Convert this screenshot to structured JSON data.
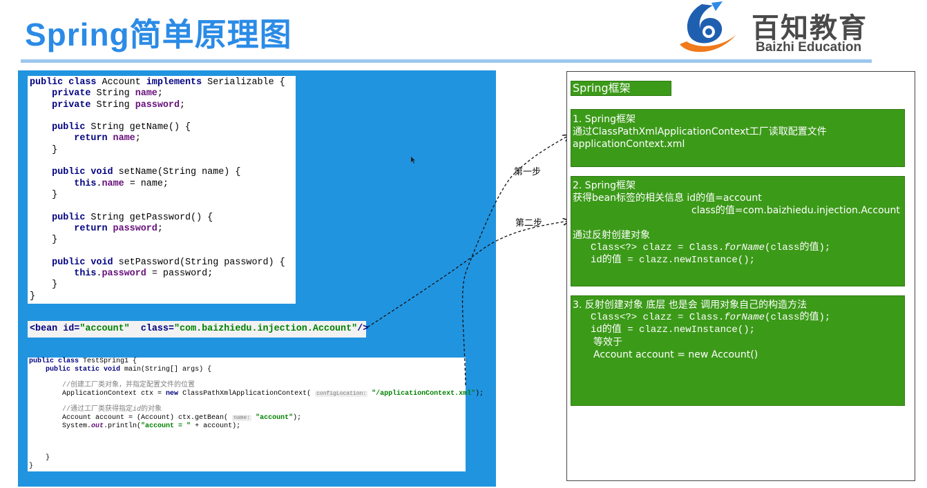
{
  "header": {
    "title": "Spring简单原理图",
    "logo": {
      "name_cn": "百知教育",
      "name_en": "Baizhi Education",
      "icon": "baizhi-logo-icon"
    }
  },
  "code_account": [
    [
      {
        "t": "public class ",
        "c": "kw"
      },
      {
        "t": "Account "
      },
      {
        "t": "implements ",
        "c": "kw"
      },
      {
        "t": "Serializable {"
      }
    ],
    [
      {
        "t": "    "
      },
      {
        "t": "private ",
        "c": "kw"
      },
      {
        "t": "String "
      },
      {
        "t": "name",
        "c": "fd"
      },
      {
        "t": ";"
      }
    ],
    [
      {
        "t": "    "
      },
      {
        "t": "private ",
        "c": "kw"
      },
      {
        "t": "String "
      },
      {
        "t": "password",
        "c": "fd"
      },
      {
        "t": ";"
      }
    ],
    [
      {
        "t": ""
      }
    ],
    [
      {
        "t": "    "
      },
      {
        "t": "public ",
        "c": "kw"
      },
      {
        "t": "String getName() {"
      }
    ],
    [
      {
        "t": "        "
      },
      {
        "t": "return ",
        "c": "kw"
      },
      {
        "t": "name",
        "c": "fd"
      },
      {
        "t": ";"
      }
    ],
    [
      {
        "t": "    }"
      }
    ],
    [
      {
        "t": ""
      }
    ],
    [
      {
        "t": "    "
      },
      {
        "t": "public void ",
        "c": "kw"
      },
      {
        "t": "setName(String name) {"
      }
    ],
    [
      {
        "t": "        "
      },
      {
        "t": "this",
        "c": "kw"
      },
      {
        "t": "."
      },
      {
        "t": "name",
        "c": "fd"
      },
      {
        "t": " = name;"
      }
    ],
    [
      {
        "t": "    }"
      }
    ],
    [
      {
        "t": ""
      }
    ],
    [
      {
        "t": "    "
      },
      {
        "t": "public ",
        "c": "kw"
      },
      {
        "t": "String getPassword() {"
      }
    ],
    [
      {
        "t": "        "
      },
      {
        "t": "return ",
        "c": "kw"
      },
      {
        "t": "password",
        "c": "fd"
      },
      {
        "t": ";"
      }
    ],
    [
      {
        "t": "    }"
      }
    ],
    [
      {
        "t": ""
      }
    ],
    [
      {
        "t": "    "
      },
      {
        "t": "public void ",
        "c": "kw"
      },
      {
        "t": "setPassword(String password) {"
      }
    ],
    [
      {
        "t": "        "
      },
      {
        "t": "this",
        "c": "kw"
      },
      {
        "t": "."
      },
      {
        "t": "password",
        "c": "fd"
      },
      {
        "t": " = password;"
      }
    ],
    [
      {
        "t": "    }"
      }
    ],
    [
      {
        "t": "}"
      }
    ]
  ],
  "code_bean": [
    [
      {
        "t": "<",
        "c": "kw"
      },
      {
        "t": "bean ",
        "c": "kw"
      },
      {
        "t": "id=",
        "c": "kw"
      },
      {
        "t": "\"account\"",
        "c": "st"
      },
      {
        "t": "  "
      },
      {
        "t": "class=",
        "c": "kw"
      },
      {
        "t": "\"com.baizhiedu.injection.Account\"",
        "c": "st"
      },
      {
        "t": "/>",
        "c": "kw"
      }
    ]
  ],
  "code_test": [
    [
      {
        "t": "public class ",
        "c": "kw"
      },
      {
        "t": "TestSpring1 {"
      }
    ],
    [
      {
        "t": "    "
      },
      {
        "t": "public static void ",
        "c": "kw"
      },
      {
        "t": "main(String[] args) {"
      }
    ],
    [
      {
        "t": ""
      }
    ],
    [
      {
        "t": "        "
      },
      {
        "t": "//创建工厂类对象，并指定配置文件的位置",
        "c": "cm"
      }
    ],
    [
      {
        "t": "        ApplicationContext ctx = "
      },
      {
        "t": "new ",
        "c": "kw"
      },
      {
        "t": "ClassPathXmlApplicationContext( "
      },
      {
        "t": "configLocation:",
        "c": "hint"
      },
      {
        "t": " "
      },
      {
        "t": "\"/applicationContext.xml\"",
        "c": "st"
      },
      {
        "t": ");"
      }
    ],
    [
      {
        "t": ""
      }
    ],
    [
      {
        "t": "        "
      },
      {
        "t": "//通过工厂类获得指定",
        "c": "cm"
      },
      {
        "t": "id",
        "c": "cm it"
      },
      {
        "t": "的对象",
        "c": "cm"
      }
    ],
    [
      {
        "t": "        Account account = (Account) ctx.getBean( "
      },
      {
        "t": "name:",
        "c": "hint"
      },
      {
        "t": " "
      },
      {
        "t": "\"account\"",
        "c": "st"
      },
      {
        "t": ");"
      }
    ],
    [
      {
        "t": "        System."
      },
      {
        "t": "out",
        "c": "fd it"
      },
      {
        "t": ".println("
      },
      {
        "t": "\"account = \"",
        "c": "st"
      },
      {
        "t": " + account);"
      }
    ],
    [
      {
        "t": ""
      }
    ],
    [
      {
        "t": ""
      }
    ],
    [
      {
        "t": ""
      }
    ],
    [
      {
        "t": "    }"
      }
    ],
    [
      {
        "t": "}"
      }
    ]
  ],
  "steps": {
    "step1": "第一步",
    "step2": "第二步"
  },
  "diagram": {
    "title": "Spring框架",
    "box1": {
      "line1": "1. Spring框架",
      "line2": "通过ClassPathXmlApplicationContext工厂读取配置文件",
      "line3": "applicationContext.xml"
    },
    "box2": {
      "line1": "2. Spring框架",
      "line2": "获得bean标签的相关信息 id的值=account",
      "line3": "class的值=com.baizhiedu.injection.Account",
      "line4": "通过反射创建对象",
      "code1": "Class<?> clazz = Class.",
      "code1_italic": "forName",
      "code1_end": "(class的值);",
      "code2": "id的值 = clazz.newInstance();"
    },
    "box3": {
      "line1": "3. 反射创建对象 底层 也是会 调用对象自己的构造方法",
      "code1": "Class<?> clazz = Class.",
      "code1_italic": "forName",
      "code1_end": "(class的值);",
      "code2": "id的值 = clazz.newInstance();",
      "line2": "等效于",
      "line3": "Account account = new Account()"
    }
  },
  "colors": {
    "title": "#2b8be6",
    "panel_blue": "#2194e0",
    "box_green": "#3c9a19"
  }
}
